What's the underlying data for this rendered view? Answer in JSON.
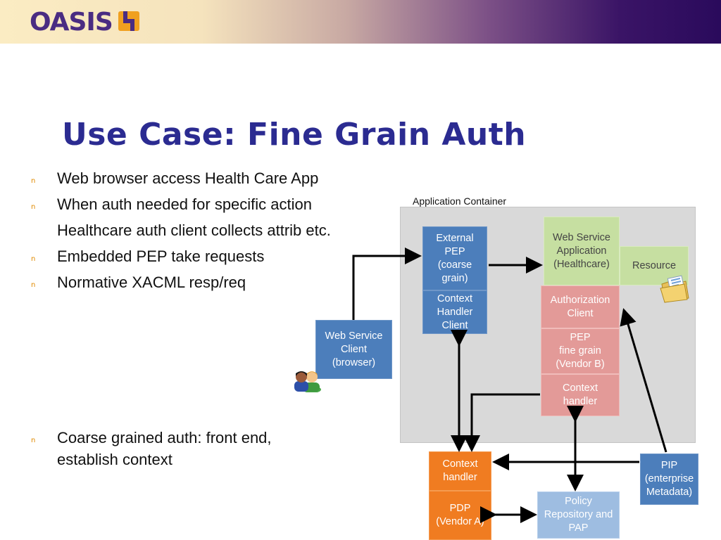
{
  "header": {
    "logo_text": "OASIS"
  },
  "slide": {
    "title": "Use Case: Fine Grain Auth"
  },
  "bullets": [
    {
      "marker": "n",
      "text": "Web browser access Health Care App"
    },
    {
      "marker": "n",
      "text": "When auth needed for specific action"
    },
    {
      "marker": "",
      "text": "Healthcare auth client collects attrib etc."
    },
    {
      "marker": "n",
      "text": "Embedded PEP take requests"
    },
    {
      "marker": "n",
      "text": "Normative XACML resp/req"
    },
    {
      "marker": "n",
      "text": "Coarse grained auth:  front end,"
    },
    {
      "marker": "",
      "text": "establish context"
    }
  ],
  "diagram": {
    "container_label": "Application Container",
    "boxes": {
      "external_pep": "External\nPEP\n(coarse\ngrain)",
      "context_handler_client": "Context\nHandler\nClient",
      "web_service_app": "Web Service\nApplication\n(Healthcare)",
      "resource": "Resource",
      "authorization_client": "Authorization\nClient",
      "pep_fine": "PEP\nfine grain\n(Vendor B)",
      "context_handler_inner": "Context\nhandler",
      "web_service_client": "Web Service\nClient\n(browser)",
      "context_handler_outer": "Context\nhandler",
      "pdp": "PDP\n(Vendor A)",
      "policy_repo": "Policy\nRepository and\nPAP",
      "pip": "PIP\n(enterprise\nMetadata)"
    },
    "icons": [
      "users-icon",
      "folder-icon"
    ],
    "colors": {
      "blue": "#4c7ebb",
      "green": "#c6dfa1",
      "pink": "#e39a98",
      "orange": "#f07c21",
      "light_blue": "#9ebde1",
      "title": "#2b2b91"
    }
  }
}
